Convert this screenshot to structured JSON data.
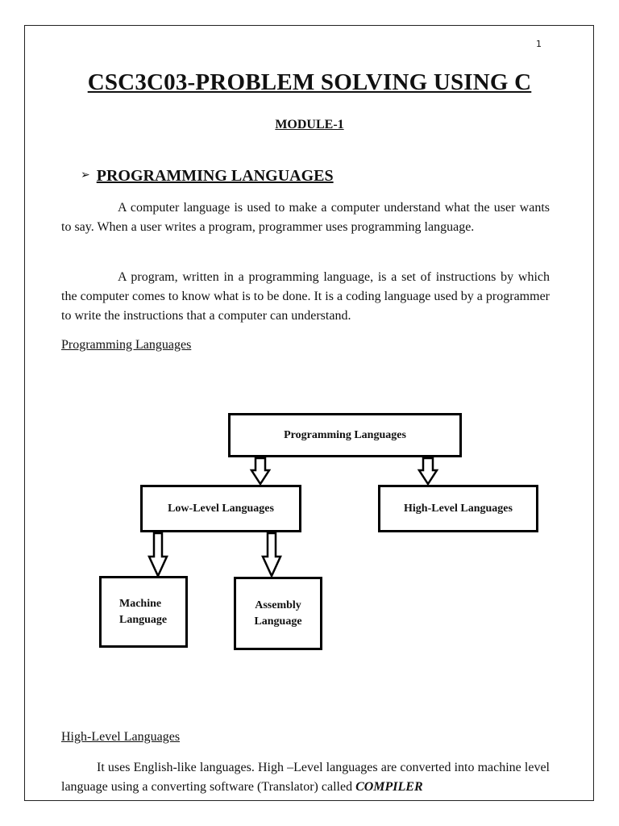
{
  "page": {
    "number": "1",
    "title": "CSC3C03-PROBLEM SOLVING USING C",
    "module": "MODULE-1",
    "section_heading": "PROGRAMMING LANGUAGES",
    "paragraph1": "A computer language is used to make a computer understand what the user wants to say. When a user writes a program, programmer uses programming language.",
    "paragraph2": "A program,  written in a programming language, is a set of instructions by which the computer comes to know what is to be done. It is a coding language used by a programmer to write the instructions that a computer can understand.",
    "subheading_programming": "Programming Languages",
    "subheading_high_level": "High-Level Languages",
    "paragraph3_text": "It uses English-like languages. High –Level languages are converted into machine level language using a converting software (Translator) called ",
    "paragraph3_emphasis": "COMPILER"
  },
  "diagram": {
    "root": "Programming Languages",
    "low_level": "Low-Level Languages",
    "high_level": "High-Level Languages",
    "machine_line1": "Machine",
    "machine_line2": "Language",
    "assembly_line1": "Assembly",
    "assembly_line2": "Language"
  },
  "icons": {
    "section_bullet": "arrowhead-bullet-icon",
    "diagram_connectors": "hollow-down-arrow-icon"
  }
}
